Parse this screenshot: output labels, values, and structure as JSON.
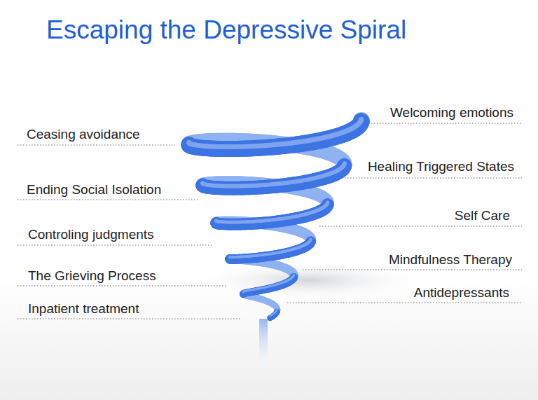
{
  "diagram": {
    "title": "Escaping the Depressive Spiral",
    "labels": [
      "Welcoming emotions",
      "Ceasing avoidance",
      "Healing Triggered States",
      "Ending Social Isolation",
      "Self Care",
      "Controling judgments",
      "Mindfulness Therapy",
      "The Grieving Process",
      "Antidepressants",
      "Inpatient treatment"
    ]
  }
}
